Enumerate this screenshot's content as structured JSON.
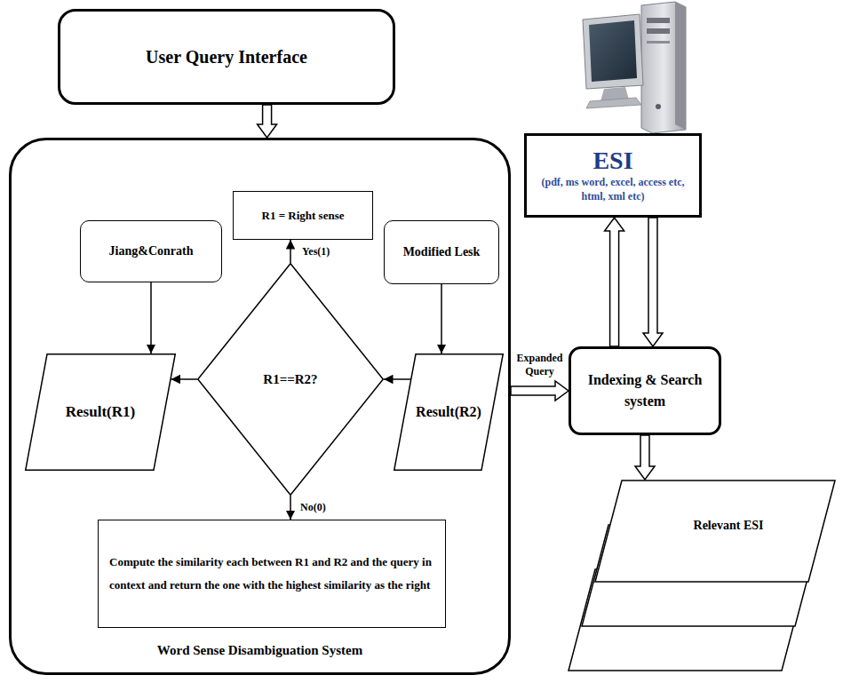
{
  "diagram": {
    "nodes": [
      {
        "text": [
          "User Query Interface"
        ]
      },
      {
        "text": [
          "Word Sense Disambiguation System"
        ]
      },
      {
        "text": [
          "Jiang&Conrath"
        ],
        "in": 1
      },
      {
        "text": [
          "R1 = Right sense"
        ],
        "in": 1
      },
      {
        "text": [
          "Modified Lesk"
        ],
        "in": 1
      },
      {
        "text": [
          "Result(R1)"
        ],
        "in": 1
      },
      {
        "text": [
          "R1==R2?"
        ],
        "in": 1
      },
      {
        "text": [
          "Result(R2)"
        ],
        "in": 1
      },
      {
        "text": [
          "Compute the similarity each between R1 and R2 and the query in context and return the one with the highest similarity as the right"
        ],
        "in": 1
      },
      {
        "text": [
          "ESI",
          "(pdf, ms word, excel, access etc, html, xml etc)"
        ]
      },
      {
        "text": [
          "Indexing & Search system"
        ]
      },
      {
        "text": [
          "Relevant ESI"
        ]
      }
    ],
    "edges": [
      {
        "from": 0,
        "to": 1,
        "arrow": "to"
      },
      {
        "from": 2,
        "to": 5,
        "arrow": "to"
      },
      {
        "from": 4,
        "to": 7,
        "arrow": "to"
      },
      {
        "from": 6,
        "to": 5,
        "arrow": "to"
      },
      {
        "from": 7,
        "to": 6,
        "arrow": "to"
      },
      {
        "from": 6,
        "to": 3,
        "label": "Yes(1)",
        "arrow": "to"
      },
      {
        "from": 6,
        "to": 8,
        "label": "No(0)",
        "arrow": "to"
      },
      {
        "from": 1,
        "to": 10,
        "label": "Expanded Query",
        "arrow": "to"
      },
      {
        "from": 10,
        "to": 9,
        "arrow": "to"
      },
      {
        "from": 9,
        "to": 10,
        "arrow": "to"
      },
      {
        "from": 10,
        "to": 11,
        "arrow": "to"
      }
    ]
  }
}
